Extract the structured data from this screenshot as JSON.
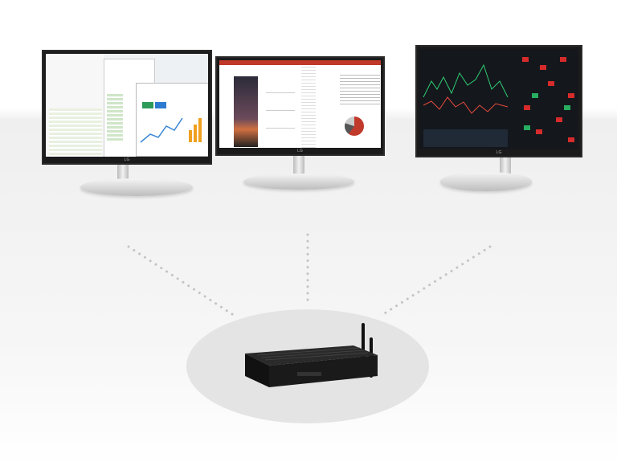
{
  "monitors": [
    {
      "position": "left",
      "content": "office-apps",
      "logo": "LG"
    },
    {
      "position": "center",
      "content": "documents",
      "logo": "LG"
    },
    {
      "position": "right",
      "content": "stock-trading",
      "logo": "LG"
    }
  ],
  "device": {
    "type": "mini-pc",
    "antennas": 2
  },
  "colors": {
    "background": "#ffffff",
    "floor": "#efefef",
    "spotlight": "#e4e4e4",
    "device": "#1a1a1a",
    "dots": "#c4c4c4"
  }
}
